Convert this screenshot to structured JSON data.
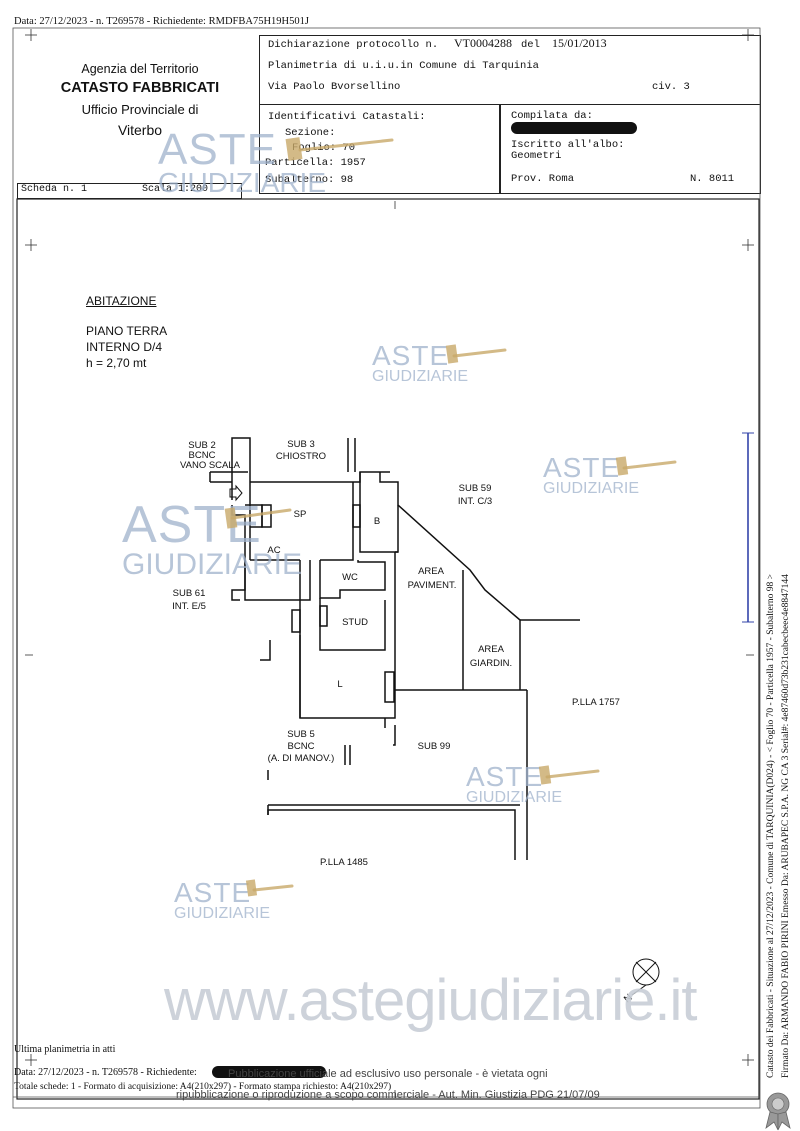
{
  "top_line": "Data: 27/12/2023 - n. T269578 - Richiedente: RMDFBA75H19H501J",
  "agency": {
    "line1": "Agenzia del Territorio",
    "line2": "CATASTO FABBRICATI",
    "line3": "Ufficio Provinciale di",
    "line4": "Viterbo"
  },
  "header": {
    "dichiarazione_label": "Dichiarazione protocollo n.",
    "protocol_number": "VT0004288",
    "del_label": "del",
    "protocol_date": "15/01/2013",
    "planimetria": "Planimetria di u.i.u.in Comune di Tarquinia",
    "address": "Via Paolo Bvorsellino",
    "civ": "civ. 3",
    "identificativi_label": "Identificativi Catastali:",
    "sezione": "Sezione:",
    "foglio": "Foglio: 70",
    "particella": "Particella: 1957",
    "subalterno": "Subalterno: 98",
    "compilata_label": "Compilata da:",
    "iscritto_label": "Iscritto all'albo:",
    "iscritto_value": "Geometri",
    "prov": "Prov. Roma",
    "numero": "N. 8011"
  },
  "scheda": "Scheda n. 1",
  "scala": "Scala 1:200",
  "plan": {
    "title": "ABITAZIONE",
    "floor": "PIANO TERRA",
    "interno": "INTERNO D/4",
    "height": "h = 2,70 mt",
    "rooms": {
      "sub2_a": "SUB 2",
      "sub2_b": "BCNC",
      "sub2_c": "VANO SCALA",
      "sub3_a": "SUB 3",
      "sub3_b": "CHIOSTRO",
      "sub59_a": "SUB 59",
      "sub59_b": "INT. C/3",
      "sp": "SP",
      "b": "B",
      "ac": "AC",
      "sub61_a": "SUB 61",
      "sub61_b": "INT. E/5",
      "wc": "WC",
      "area_pav_a": "AREA",
      "area_pav_b": "PAVIMENT.",
      "stud": "STUD",
      "area_giar_a": "AREA",
      "area_giar_b": "GIARDIN.",
      "l": "L",
      "plla1757": "P.LLA 1757",
      "sub5_a": "SUB 5",
      "sub5_b": "BCNC",
      "sub5_c": "(A. DI MANOV.)",
      "sub99": "SUB 99",
      "plla1485": "P.LLA 1485"
    }
  },
  "watermark": {
    "aste": "ASTE",
    "giudiziarie": "GIUDIZIARIE",
    "website": "www.astegiudiziarie.it"
  },
  "bottom": {
    "ultima": "Ultima planimetria in atti",
    "data_line": "Data: 27/12/2023 - n. T269578 - Richiedente:",
    "totale_line": "Totale schede: 1 - Formato di acquisizione: A4(210x297) - Formato stampa richiesto: A4(210x297)",
    "publication_1": "Pubblicazione ufficiale ad esclusivo uso personale - è vietata ogni",
    "publication_2": "ripubblicazione o riproduzione a scopo commerciale - Aut. Min. Giustizia PDG 21/07/09"
  },
  "side_text": {
    "line1": "Catasto dei Fabbricati - Situazione al 27/12/2023 - Comune di TARQUINIA(D024) - < Foglio 70 - Particella 1957 - Subalterno 98 >",
    "line2": "Firmato Da: ARMANDO FABIO PIRINI Emesso Da: ARUBAPEC S.P.A. NG CA 3 Serial#: 4e87460d73b231cabecbeec4e8847144"
  },
  "colors": {
    "watermark": "#9fb2cc",
    "gavel": "#c9a96a",
    "ink": "#111111",
    "bar_blue": "#3344aa"
  }
}
